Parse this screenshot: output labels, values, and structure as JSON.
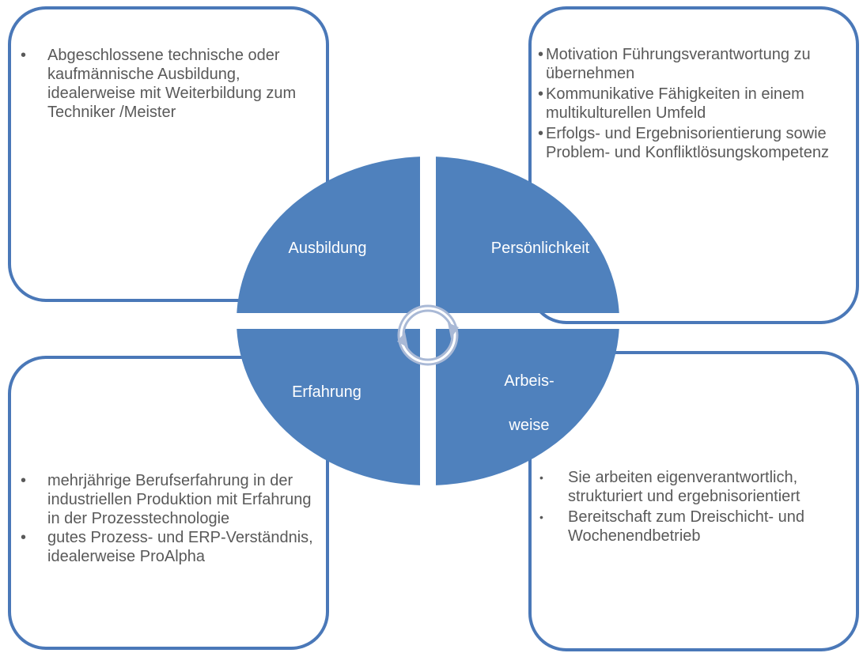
{
  "quadrants": {
    "top_left": "Ausbildung",
    "top_right": "Persönlichkeit",
    "bottom_left": "Erfahrung",
    "bottom_right_line1": "Arbeis-",
    "bottom_right_line2": "weise"
  },
  "boxes": {
    "top_left": {
      "bullet": "•",
      "items": [
        "Abgeschlossene technische oder kaufmännische Ausbildung, idealerweise mit Weiterbildung zum Techniker /Meister"
      ]
    },
    "top_right": {
      "bullet": "•",
      "items": [
        "Motivation Führungsverantwortung zu übernehmen",
        "Kommunikative Fähigkeiten in einem multikulturellen Umfeld",
        "Erfolgs- und Ergebnisorientierung sowie Problem- und Konfliktlösungskompetenz"
      ]
    },
    "bottom_left": {
      "bullet": "•",
      "items": [
        "mehrjährige Berufserfahrung in der industriellen Produktion mit Erfahrung in der Prozesstechnologie",
        "gutes Prozess- und ERP-Verständnis, idealerweise ProAlpha"
      ]
    },
    "bottom_right": {
      "bullet": "•",
      "items": [
        "Sie arbeiten eigenverantwortlich, strukturiert und ergebnisorientiert",
        "Bereitschaft zum Dreischicht- und Wochenendbetrieb"
      ]
    }
  },
  "colors": {
    "quadrant_fill": "#4f81bd",
    "box_border": "#4a78b8",
    "text": "#595959",
    "cycle_ring": "#a9b9d6"
  }
}
